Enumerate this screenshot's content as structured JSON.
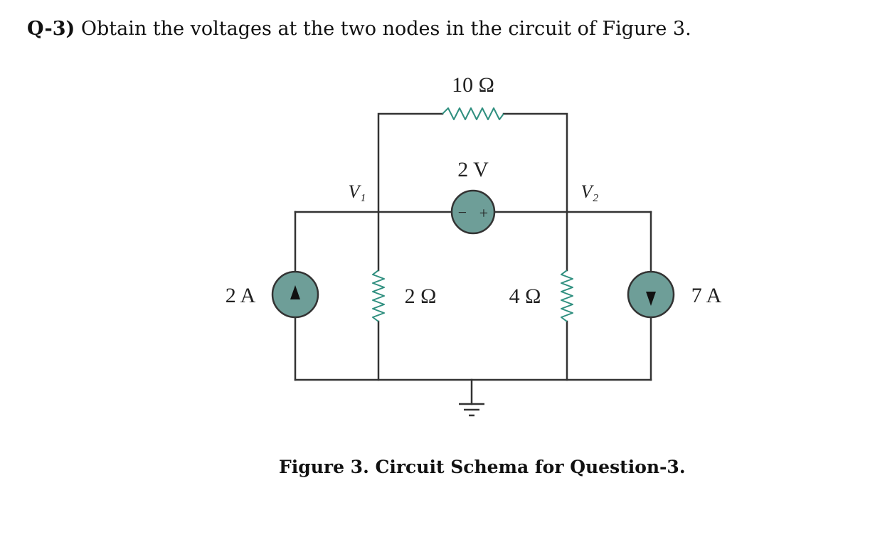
{
  "question": {
    "number": "Q-3)",
    "text": "Obtain the voltages at the two nodes in the circuit of Figure 3."
  },
  "circuit": {
    "labels": {
      "r_top": "10 Ω",
      "v_source": "2 V",
      "node1": "V₁",
      "node2": "V₂",
      "i_left": "2 A",
      "r_left": "2 Ω",
      "r_right": "4 Ω",
      "i_right": "7 A",
      "source_minus": "−",
      "source_plus": "+"
    },
    "colors": {
      "wire": "#333333",
      "source_fill": "#6e9e98",
      "source_stroke": "#333333",
      "resistor": "#2f8f7f"
    }
  },
  "caption": "Figure 3. Circuit Schema for Question-3."
}
